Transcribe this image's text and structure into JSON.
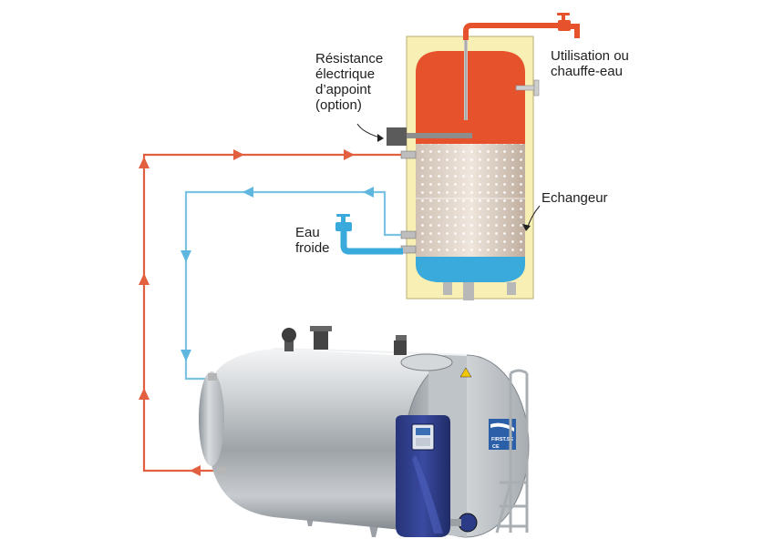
{
  "labels": {
    "resistance": [
      "Résistance",
      "électrique",
      "d’appoint",
      "(option)"
    ],
    "utilisation": [
      "Utilisation ou",
      "chauffe-eau"
    ],
    "echangeur": "Echangeur",
    "eau_froide": [
      "Eau",
      "froide"
    ]
  },
  "tank_badge": {
    "brand": "FIRST.SE",
    "mark": "CE"
  },
  "colors": {
    "hot_water": "#e6522c",
    "hot_pipe": "#e2603f",
    "cold_pipe": "#7cc3e3",
    "cold_water": "#3aa9db",
    "tank_jacket": "#f7efb4",
    "control_panel": "#2f3d8c"
  },
  "icons": [
    "hot-tap-icon",
    "cold-tap-icon",
    "flow-arrow-icon"
  ]
}
